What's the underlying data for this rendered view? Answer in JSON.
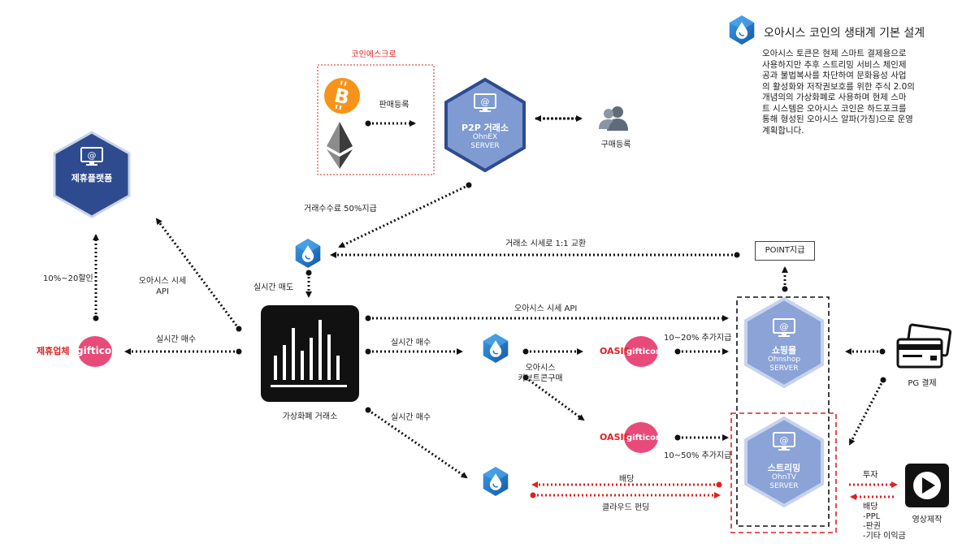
{
  "header": {
    "title": "오아시스 코인의 생태계 기본 설계",
    "lines": [
      "오아시스 토큰은 현제 스마트 결제용으로",
      "사용하지만 추후 스트리밍 서비스 체인제",
      "공과 불법복사를 차단하여 문화융성 사업",
      "의 활성화와 저작권보호를 위한 주식 2.0의",
      "개념의의 가상화폐로 사용하며 현제 스마",
      "트 시스템은 오아시스 코인은 하드포크를",
      "통해 형성된 오아시스 알파(가칭)으로 운영",
      "계획합니다."
    ]
  },
  "escrow": {
    "title": "코인에스크로",
    "sell_label": "판매등록"
  },
  "p2p": {
    "name": "P2P 거래소",
    "sub1": "OhnEX",
    "sub2": "SERVER"
  },
  "buyer_label": "구매등록",
  "partner_platform": "제휴플랫폼",
  "partner_store": {
    "prefix": "제휴업체",
    "brand": "gifticon"
  },
  "exchange_label": "가상화폐 거래소",
  "point_box": "POINT지급",
  "shop": {
    "name": "쇼핑몰",
    "sub1": "Ohnshop",
    "sub2": "SERVER"
  },
  "streaming": {
    "name": "스트리밍",
    "sub1": "OhnTV",
    "sub2": "SERVER"
  },
  "oasis_gift": {
    "brand1": "OASIS",
    "brand2": "gifticon"
  },
  "labels": {
    "fee": "거래수수료 50%지급",
    "exchange_rate": "거래소 시세로 1:1 교환",
    "realtime_sell": "실시간 매도",
    "discount": "10%~20할인",
    "oasis_api_left_1": "오아시스 시세",
    "oasis_api_left_2": "API",
    "realtime_buy_left": "실시간 매수",
    "oasis_api_right": "오아시스 시세 API",
    "realtime_buy_mid": "실시간 매수",
    "realtime_buy_low": "실시간 매수",
    "keybox_1": "오아시스",
    "keybox_2": "키브트콘구매",
    "bonus_1": "10~20% 추가지급",
    "bonus_2": "10~50% 추가지급",
    "pg": "PG 결제",
    "dividend": "배당",
    "cloud_funding": "클라우드 펀딩",
    "invest": "투자",
    "dividend2": "배당",
    "ppl": "-PPL",
    "rights": "-판권",
    "other": "-기타 이익금",
    "video": "영상제작"
  },
  "icons": {
    "hex_dark": "monitor-at-icon",
    "hex_light": "monitor-at-icon",
    "coin": "oasis-drop-icon",
    "bitcoin": "bitcoin-icon",
    "ethereum": "ethereum-icon",
    "users": "users-icon",
    "card": "credit-card-icon",
    "play": "play-icon",
    "chart": "bar-chart-icon"
  },
  "colors": {
    "hex_dark": "#2e4b8f",
    "hex_light": "#8ba3d6",
    "coin_blue": "#1f74c9",
    "red": "#e02020",
    "gifticon_pink": "#e84b7a"
  }
}
